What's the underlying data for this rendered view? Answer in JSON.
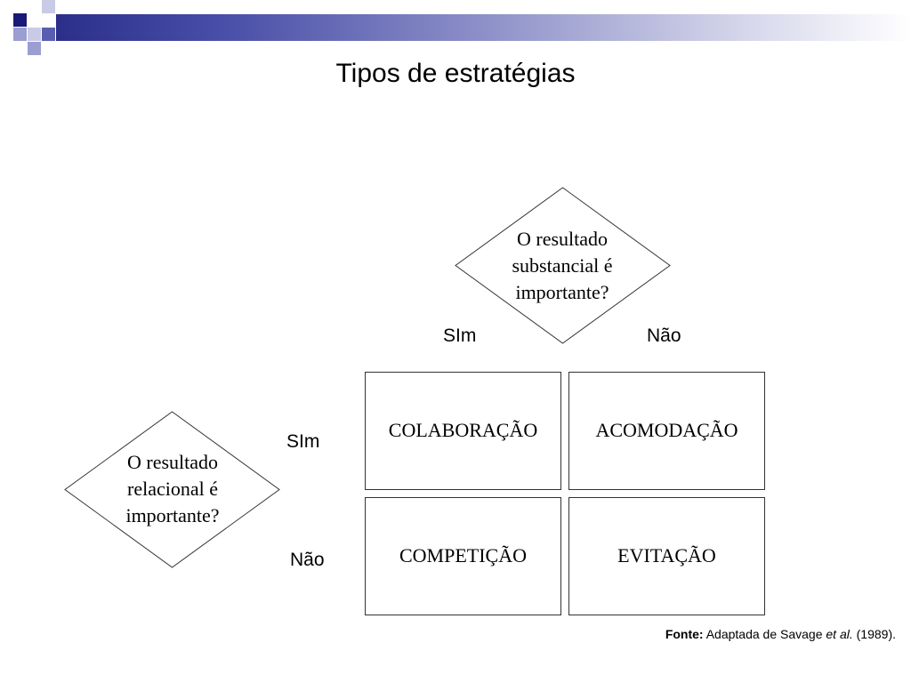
{
  "header": {
    "accent_dark": "#1a1a78",
    "accent_light": "#8d90c8"
  },
  "title": "Tipos de estratégias",
  "decision_top": {
    "lines": [
      "O resultado",
      "substancial é",
      "importante?"
    ]
  },
  "decision_left": {
    "lines": [
      "O resultado",
      "relacional é",
      "importante?"
    ]
  },
  "labels": {
    "top_yes": "SIm",
    "top_no": "Não",
    "left_yes": "SIm",
    "left_no": "Não"
  },
  "matrix": {
    "top_left": "COLABORAÇÃO",
    "top_right": "ACOMODAÇÃO",
    "bottom_left": "COMPETIÇÃO",
    "bottom_right": "EVITAÇÃO"
  },
  "source": {
    "label": "Fonte:",
    "text_before": " Adaptada de Savage ",
    "italic": "et al.",
    "text_after": " (1989)."
  }
}
